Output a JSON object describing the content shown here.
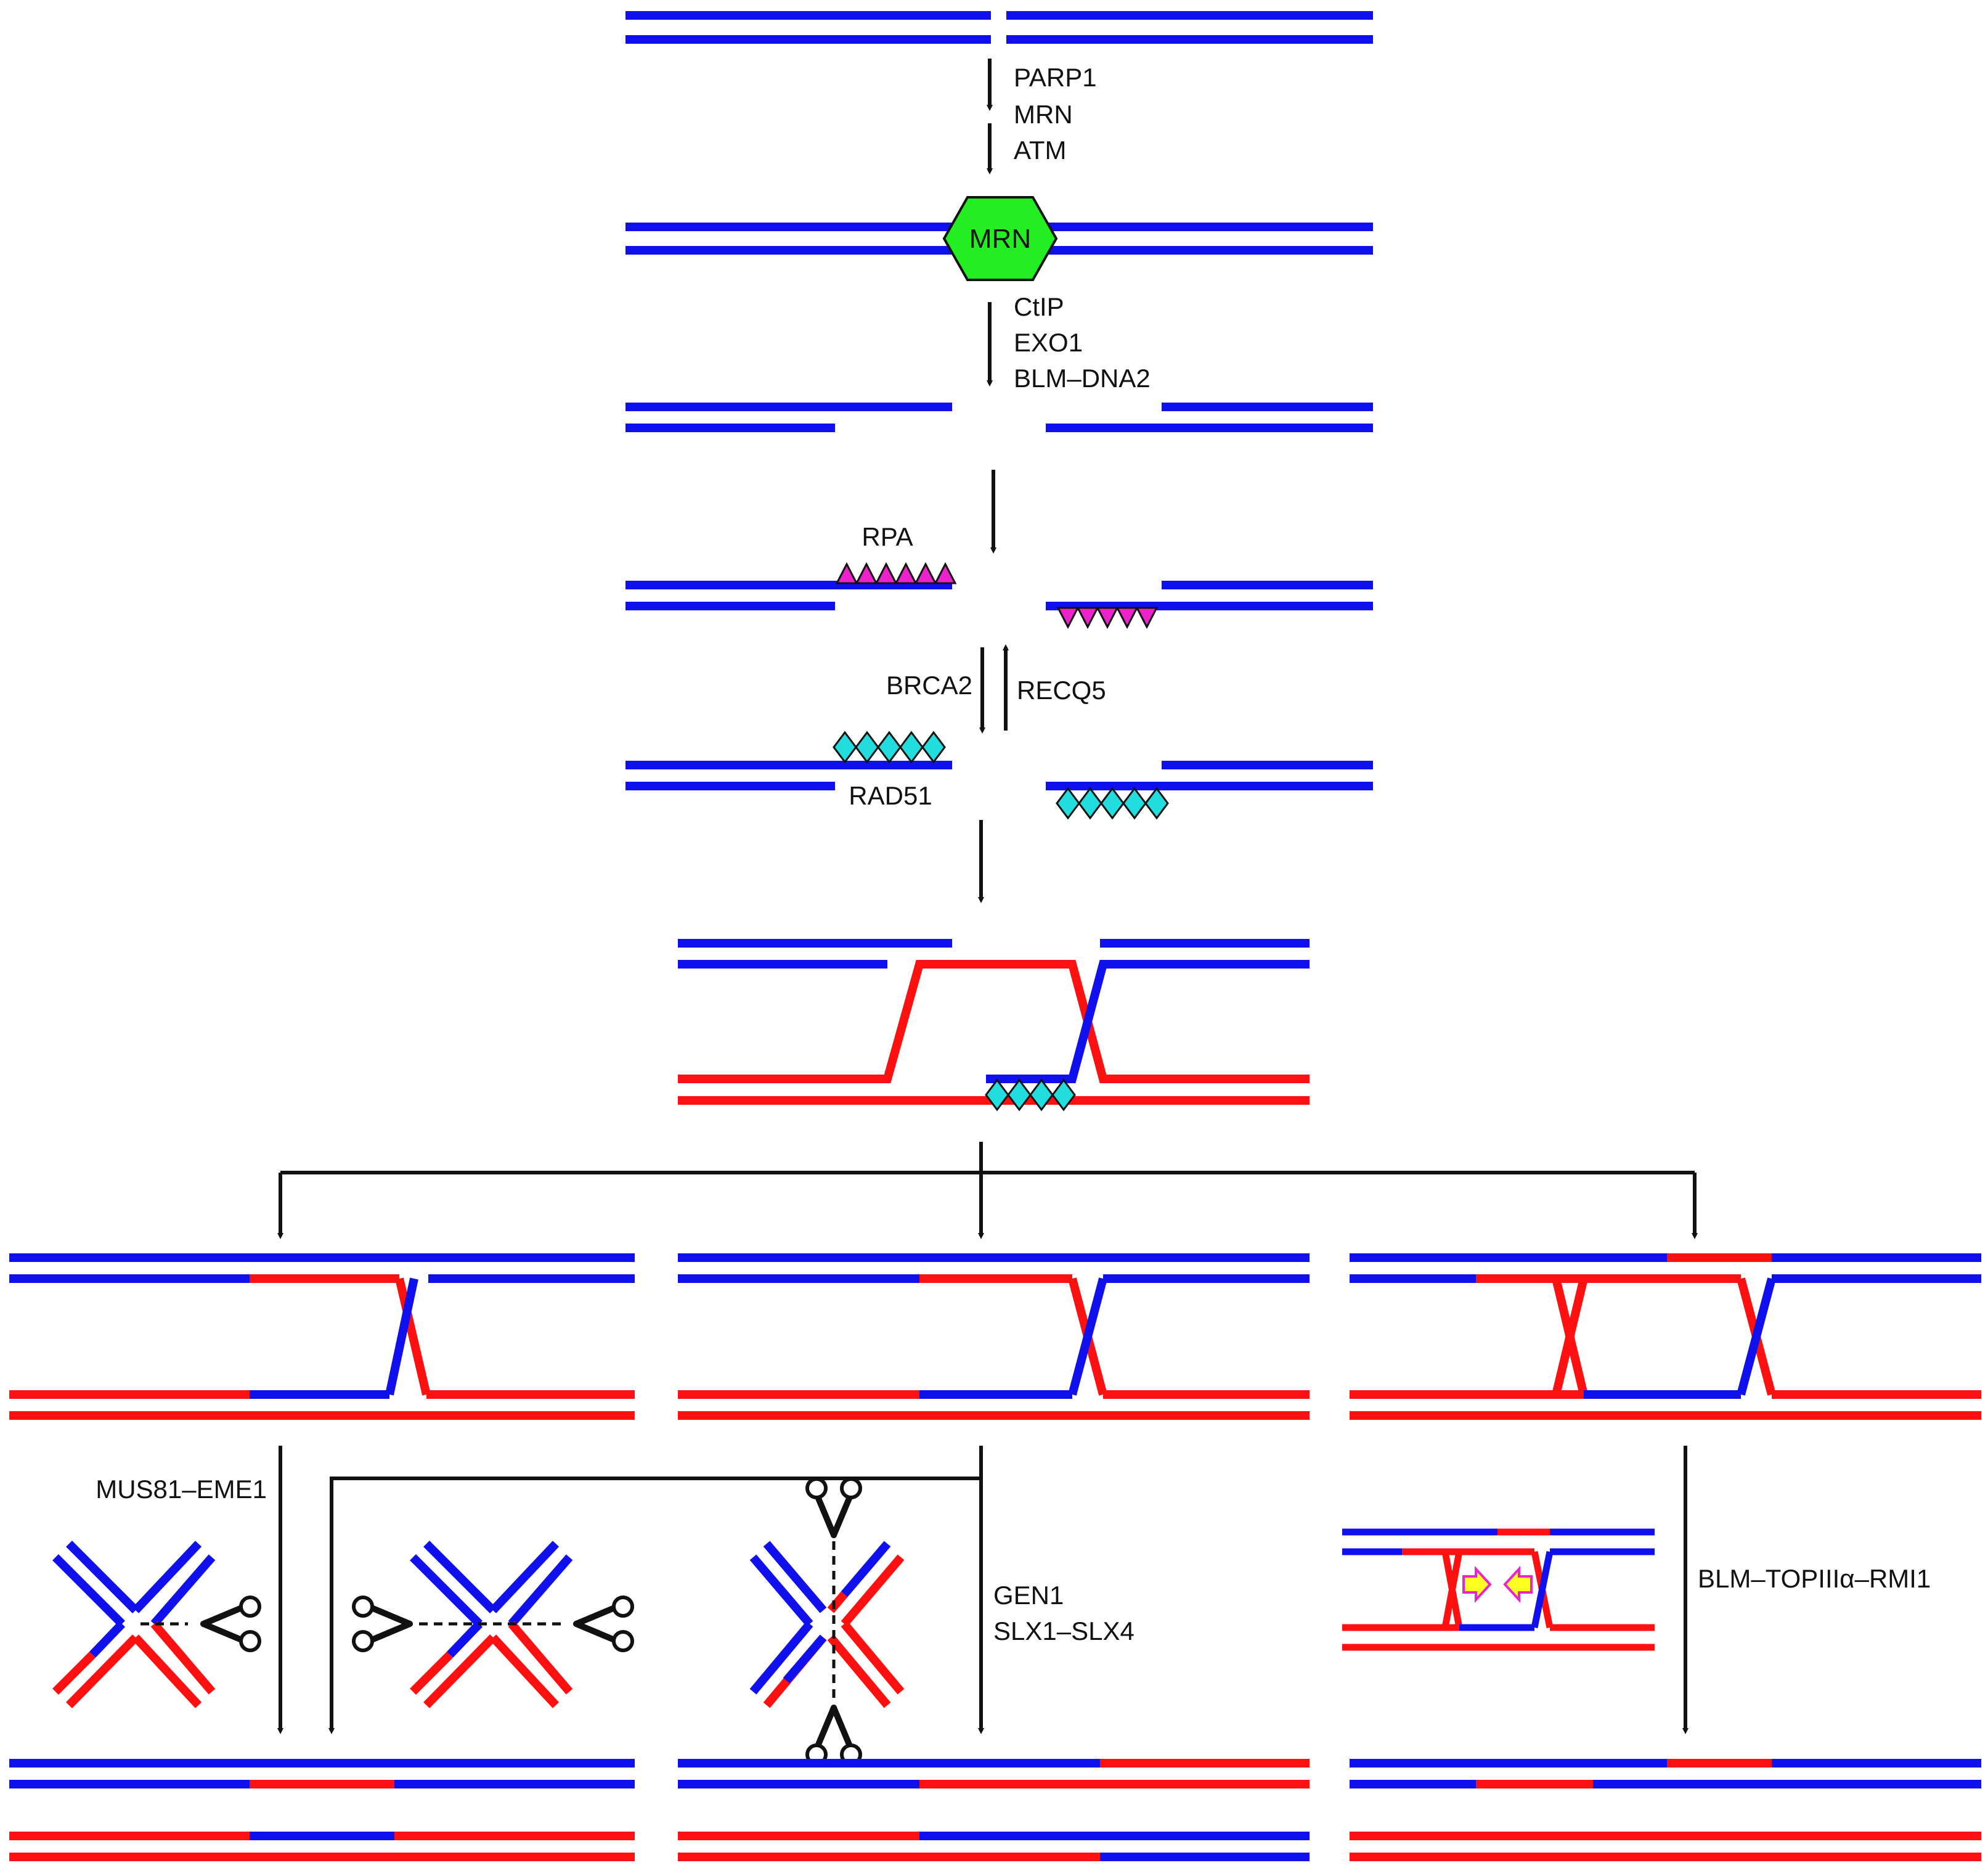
{
  "colors": {
    "strand_a": "#1010ee",
    "strand_b": "#ff1010",
    "arrow": "#111111",
    "mrn": "#22ee22",
    "rpa": "#ee22cc",
    "rad51": "#22dddd",
    "branch_arrow": "#ffff22"
  },
  "labels": {
    "parp1": "PARP1",
    "mrn_factor": "MRN",
    "atm": "ATM",
    "mrn_complex": "MRN",
    "ctip": "CtIP",
    "exo1": "EXO1",
    "blm_dna2": "BLM–DNA2",
    "rpa": "RPA",
    "brca2": "BRCA2",
    "recq5": "RECQ5",
    "rad51": "RAD51",
    "mus81_eme1": "MUS81–EME1",
    "gen1": "GEN1",
    "slx1_slx4": "SLX1–SLX4",
    "blm_topiii_rmi1": "BLM–TOPIIIα–RMI1"
  },
  "icons": {
    "mrn": "hexagon",
    "rpa": "triangle",
    "rad51": "diamond",
    "nuclease": "scissors-icon",
    "branch_migration": "arrow-icon"
  }
}
